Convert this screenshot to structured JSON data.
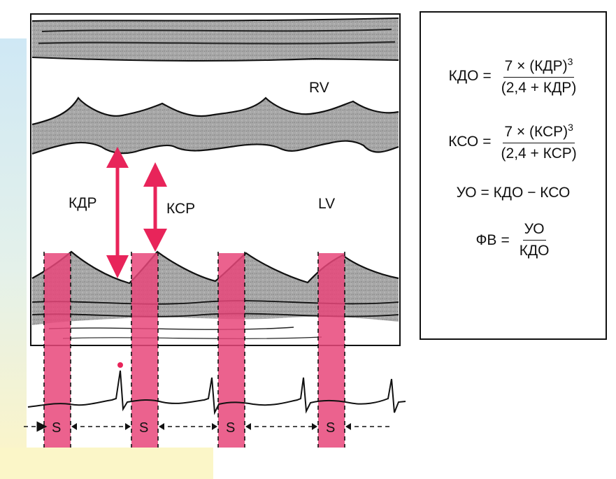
{
  "diagram": {
    "label_rv": "RV",
    "label_lv": "LV",
    "label_kdr": "КДР",
    "label_ksr": "КСР",
    "systole_label": "S",
    "colors": {
      "systole_band": "#e8477a",
      "arrow": "#e8245a",
      "tissue": "#a9a9a9",
      "ecg_dot": "#e8245a"
    }
  },
  "formulas": {
    "edv": {
      "lhs": "КДО",
      "eq": "=",
      "num": "7 × (КДР)",
      "exp": "3",
      "den": "(2,4 + КДР)"
    },
    "esv": {
      "lhs": "КСО",
      "eq": "=",
      "num": "7 × (КСР)",
      "exp": "3",
      "den": "(2,4 + КСР)"
    },
    "sv": {
      "text": "УО = КДО − КСО"
    },
    "ef": {
      "lhs": "ФВ",
      "eq": "=",
      "num": "УО",
      "den": "КДО"
    }
  }
}
